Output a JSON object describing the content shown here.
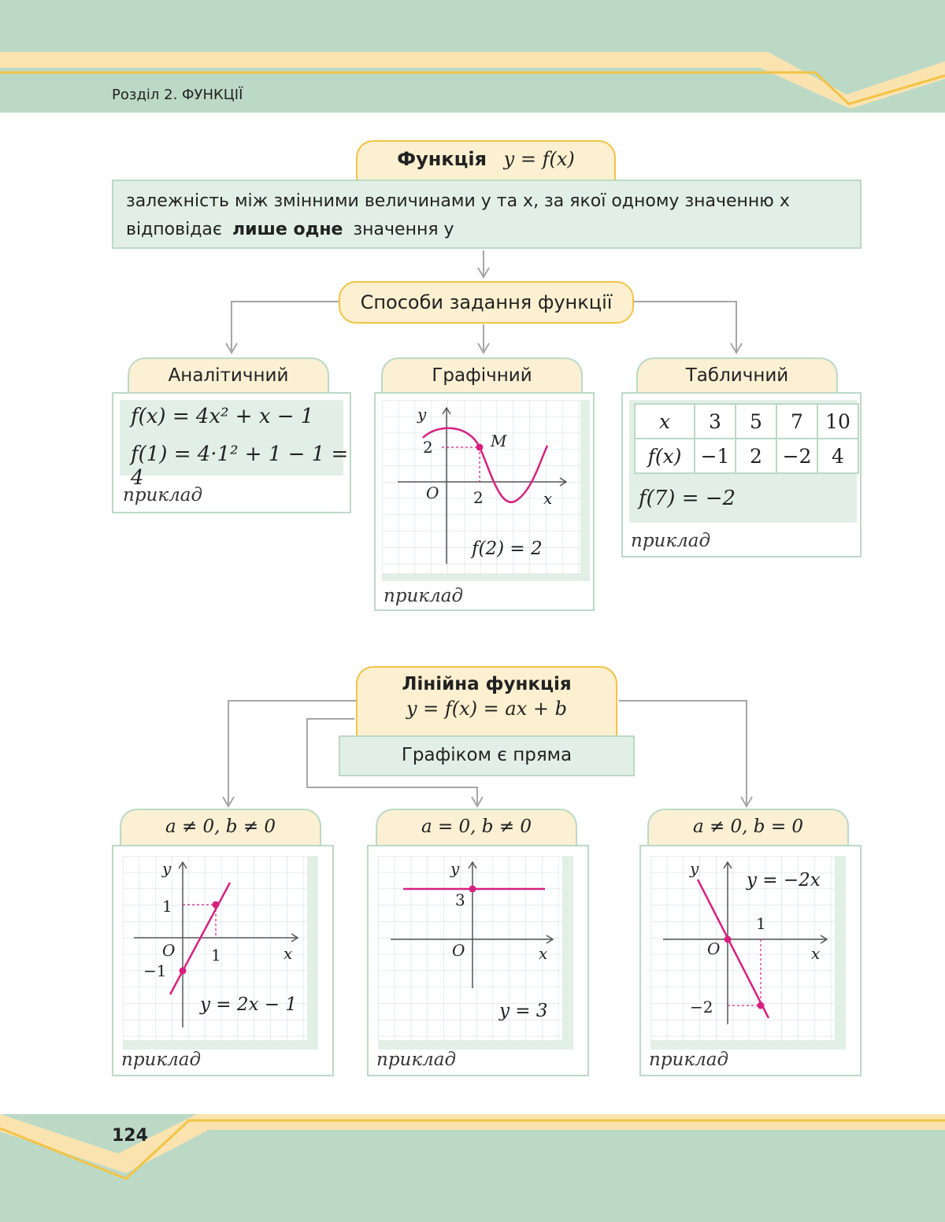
{
  "header": {
    "section_title": "Розділ 2. ФУНКЦІЇ"
  },
  "definition": {
    "title_word": "Функція",
    "title_formula": "y = f(x)",
    "line1": "залежність між змінними величинами y та x, за якої одному значенню x",
    "line2_start": "відповідає",
    "line2_bold": "лише одне",
    "line2_end": "значення y"
  },
  "methods": {
    "title": "Способи задання функції",
    "analytic": {
      "label": "Аналітичний",
      "formula1": "f(x) = 4x² + x − 1",
      "formula2": "f(1) = 4·1² + 1 − 1 = 4",
      "example": "приклад"
    },
    "graphic": {
      "label": "Графічний",
      "y_axis": "y",
      "x_axis": "x",
      "origin": "O",
      "tick_y": "2",
      "tick_x": "2",
      "point": "M",
      "formula": "f(2) = 2",
      "example": "приклад"
    },
    "table": {
      "label": "Табличний",
      "header_row": [
        "x",
        "3",
        "5",
        "7",
        "10"
      ],
      "value_row": [
        "f(x)",
        "−1",
        "2",
        "−2",
        "4"
      ],
      "formula": "f(7) = −2",
      "example": "приклад"
    }
  },
  "linear": {
    "title": "Лінійна функція",
    "formula": "y = f(x) = ax + b",
    "graph_note": "Графіком є пряма",
    "cases": [
      {
        "condition": "a ≠ 0,  b ≠ 0",
        "y_axis": "y",
        "x_axis": "x",
        "origin": "O",
        "tick_y1": "1",
        "tick_y2": "−1",
        "tick_x": "1",
        "equation": "y = 2x − 1",
        "example": "приклад"
      },
      {
        "condition": "a = 0,  b ≠ 0",
        "y_axis": "y",
        "x_axis": "x",
        "origin": "O",
        "tick_y": "3",
        "equation": "y = 3",
        "example": "приклад"
      },
      {
        "condition": "a ≠ 0,  b = 0",
        "y_axis": "y",
        "x_axis": "x",
        "origin": "O",
        "tick_x": "1",
        "tick_y": "−2",
        "equation": "y = −2x",
        "example": "приклад"
      }
    ]
  },
  "footer": {
    "page_number": "124"
  },
  "colors": {
    "header_green": "#bcd9c6",
    "accent_yellow": "#f2c346",
    "tab_cream": "#fdf0d0",
    "curve_magenta": "#d6207f",
    "grid_blue": "#c9dbe8"
  }
}
